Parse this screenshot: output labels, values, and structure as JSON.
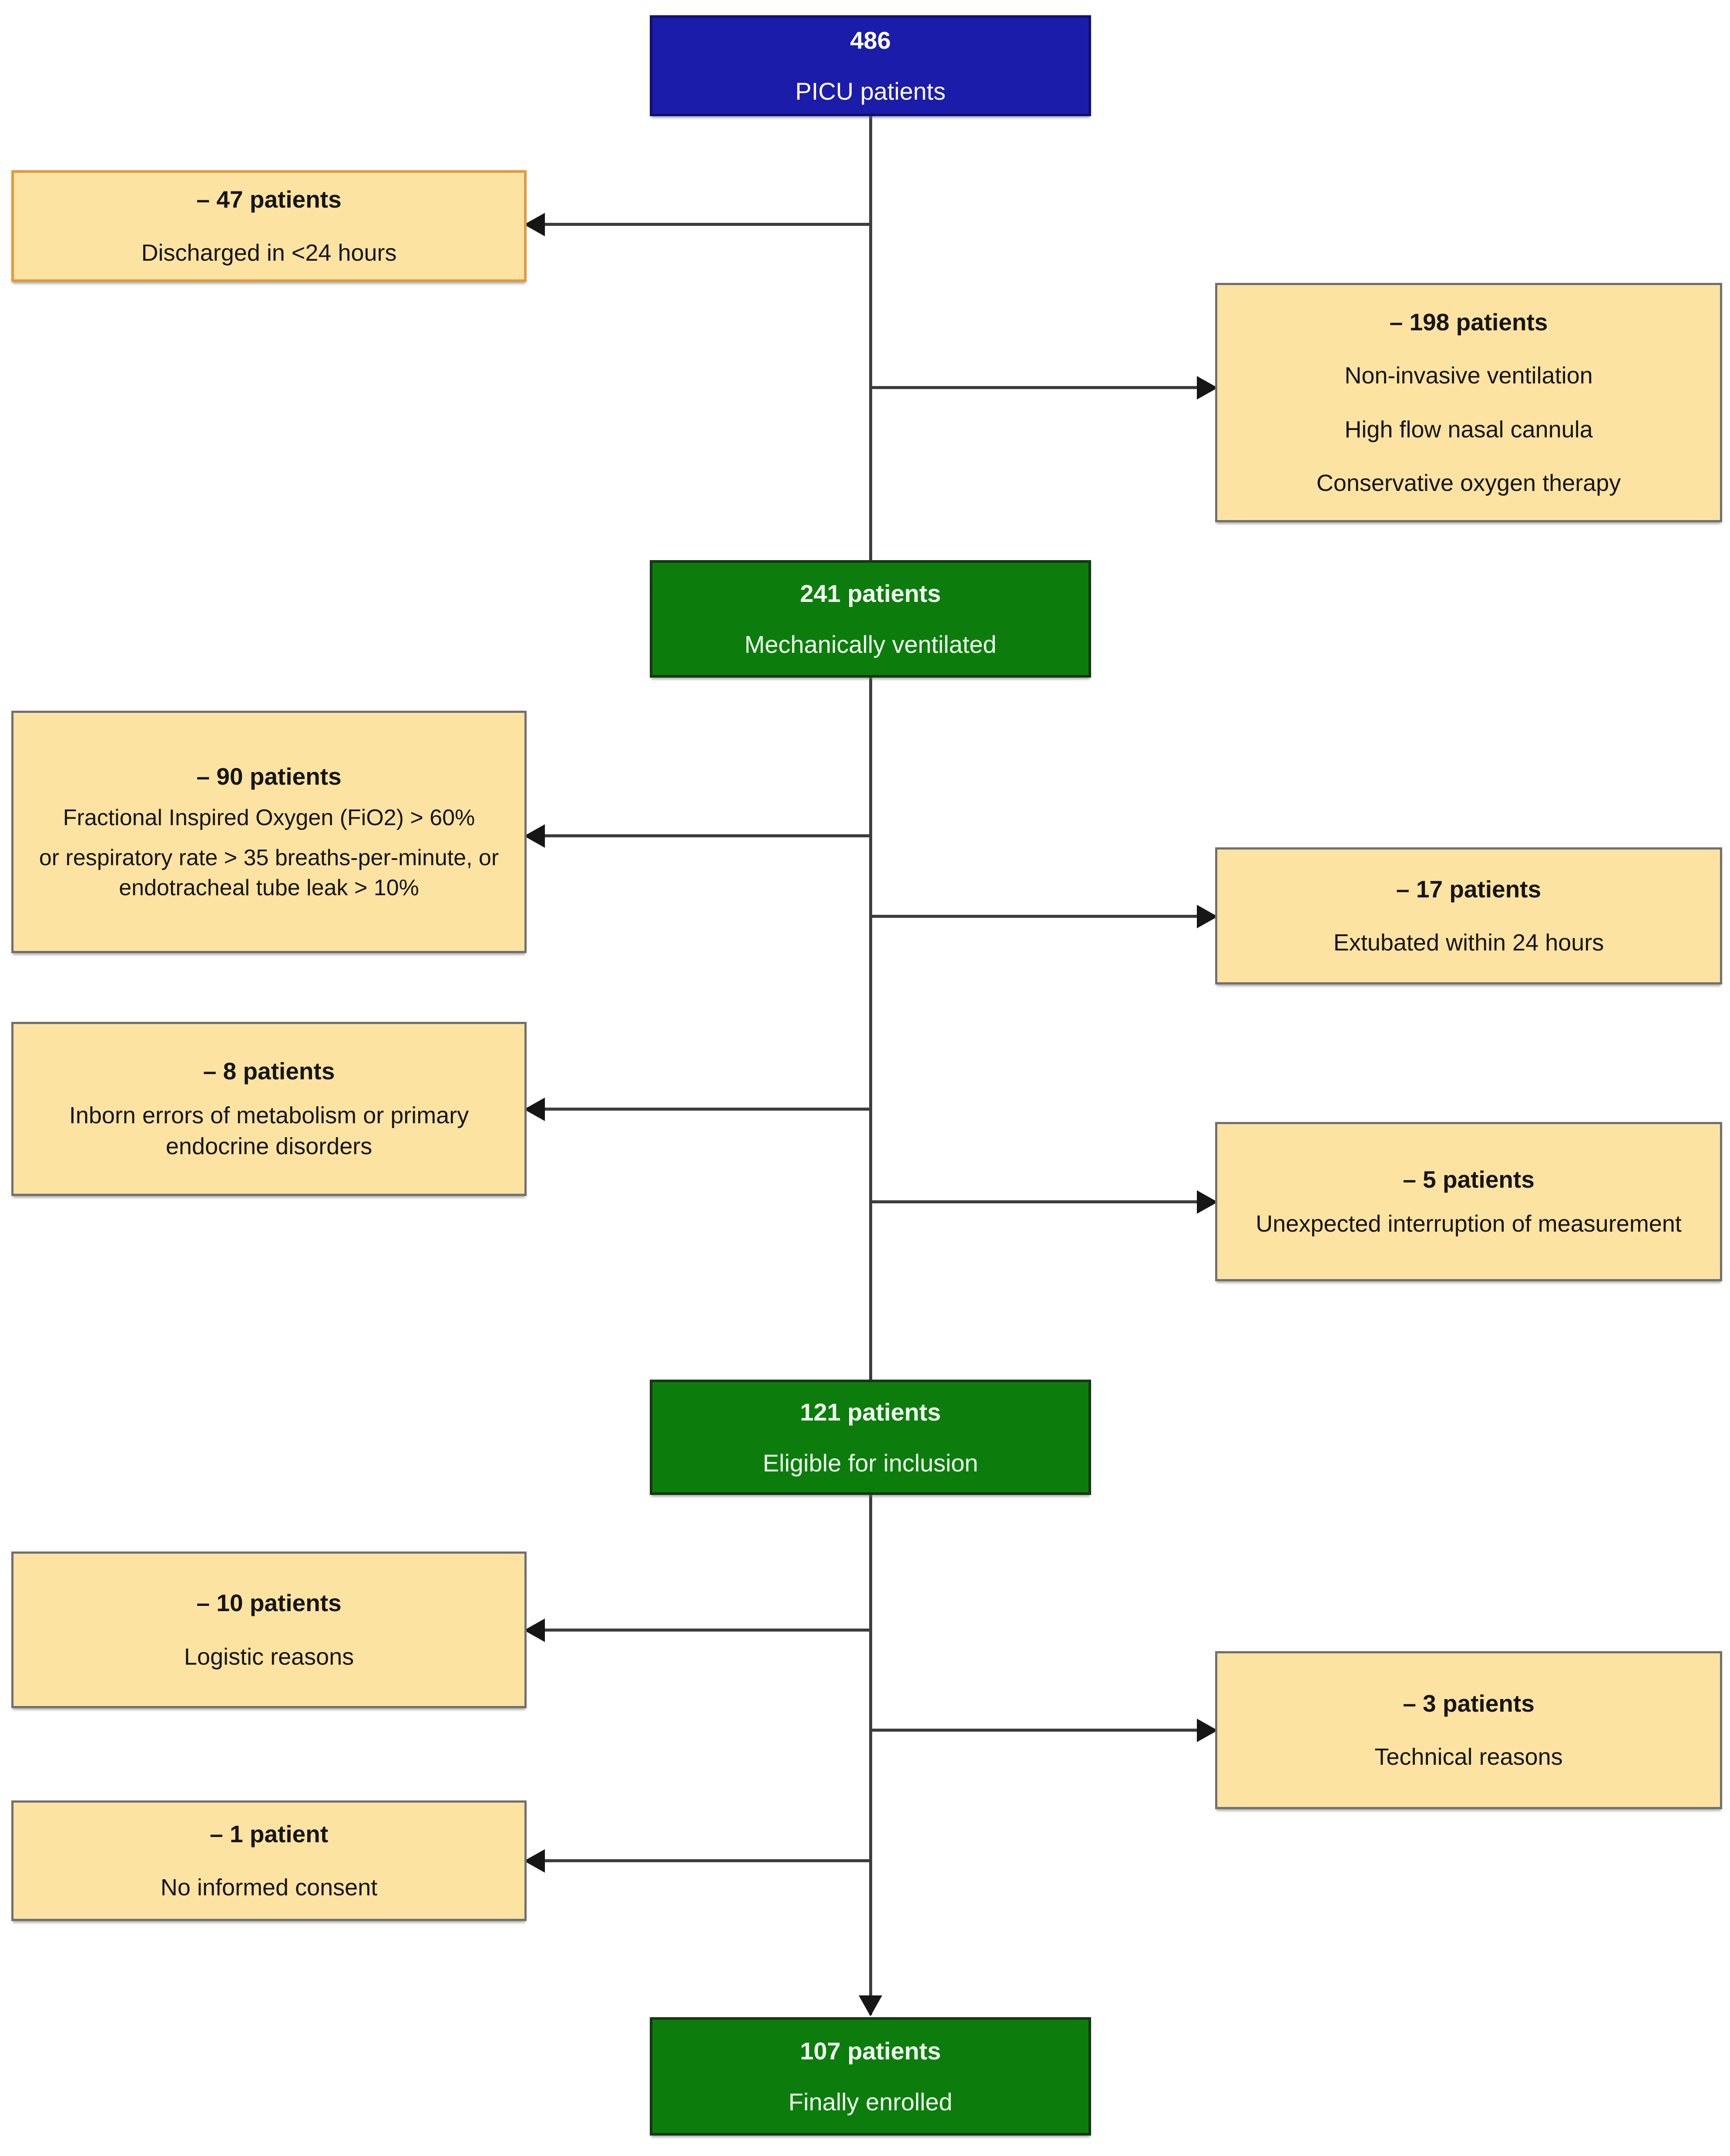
{
  "figure": {
    "type": "patient-enrollment-flowchart",
    "colors": {
      "start_box_blue": "#1c1cab",
      "milestone_green": "#0c7d0c",
      "exclusion_yellow": "#fde3a2",
      "exclusion_border_orange": "#e29a3f",
      "exclusion_border_gray": "#707070",
      "connector_line": "#3d3d3d",
      "arrowhead": "#161616"
    }
  },
  "nodes": {
    "picu": {
      "title": "486",
      "subtitle": "PICU patients"
    },
    "discharged": {
      "title": "– 47 patients",
      "lines": [
        "Discharged in <24 hours"
      ]
    },
    "noninvasive": {
      "title": "– 198 patients",
      "lines": [
        "Non-invasive ventilation",
        "High flow nasal cannula",
        "Conservative oxygen therapy"
      ]
    },
    "ventilated": {
      "title": "241 patients",
      "subtitle": "Mechanically ventilated"
    },
    "fio2": {
      "title": "– 90 patients",
      "lines": [
        "Fractional Inspired Oxygen (FiO2) > 60%",
        "or  respiratory rate > 35 breaths-per-minute, or endotracheal tube leak > 10%"
      ]
    },
    "extubated": {
      "title": "– 17 patients",
      "lines": [
        "Extubated within 24 hours"
      ]
    },
    "inborn": {
      "title": "– 8 patients",
      "lines": [
        "Inborn errors of metabolism or primary endocrine disorders"
      ]
    },
    "interruption": {
      "title": "– 5 patients",
      "lines": [
        "Unexpected interruption of measurement"
      ]
    },
    "eligible": {
      "title": "121 patients",
      "subtitle": "Eligible for inclusion"
    },
    "logistic": {
      "title": "– 10 patients",
      "lines": [
        "Logistic reasons"
      ]
    },
    "technical": {
      "title": "– 3 patients",
      "lines": [
        "Technical reasons"
      ]
    },
    "consent": {
      "title": "– 1 patient",
      "lines": [
        "No informed consent"
      ]
    },
    "enrolled": {
      "title": "107 patients",
      "subtitle": "Finally enrolled"
    }
  }
}
